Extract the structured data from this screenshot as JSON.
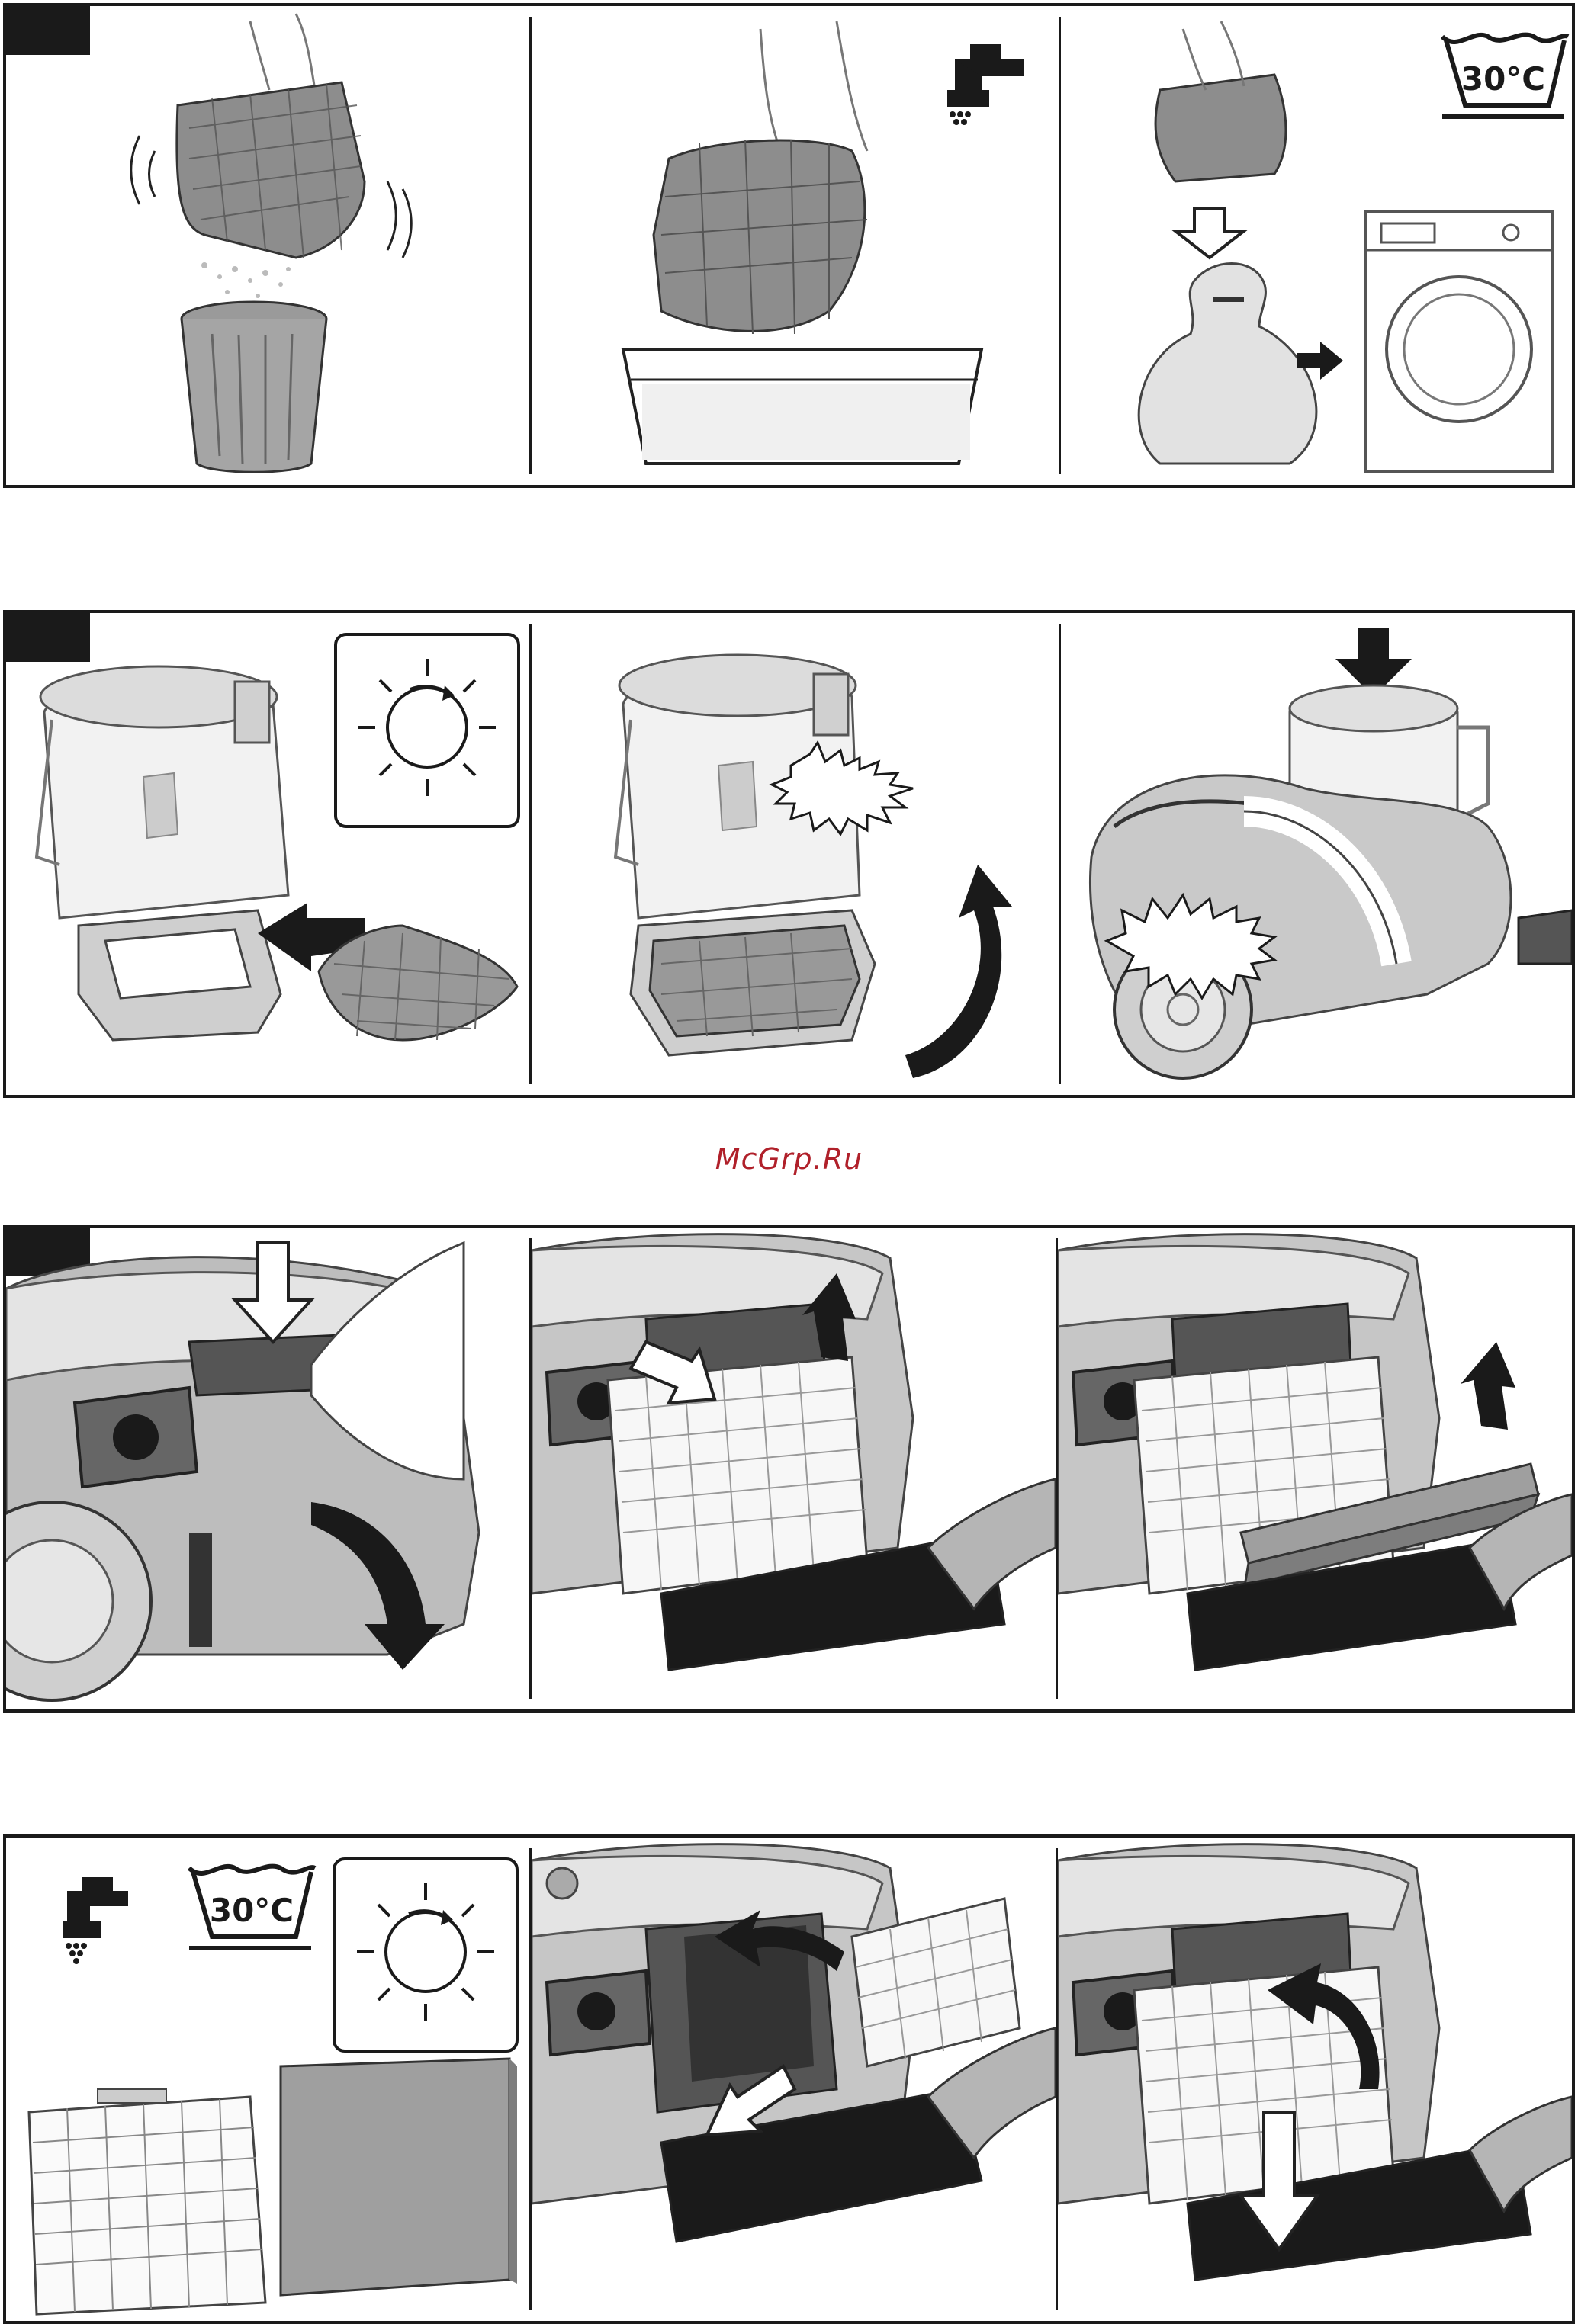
{
  "watermark": {
    "text": "McGrp.Ru"
  },
  "symbols": {
    "wash_temperature": "30°C",
    "tap_icon": "water-tap-icon",
    "sun_icon": "sun-dry-icon",
    "wash_tub_icon": "wash-temperature-icon"
  },
  "colors": {
    "frame": "#1a1a1a",
    "watermark": "#b0202a",
    "illustration_gray": "#8a8a8a",
    "illustration_light": "#d9d9d9"
  },
  "strips": [
    {
      "name": "foam-filter-washing",
      "panels": [
        "shake-out-dust",
        "rinse-under-water",
        "machine-wash-in-bag"
      ]
    },
    {
      "name": "foam-filter-drying-reinstall",
      "panels": [
        "dry-and-insert-filter",
        "close-bottom-lid",
        "insert-dust-container"
      ]
    },
    {
      "name": "hepa-filter-removal",
      "panels": [
        "open-rear-cover",
        "remove-hepa-filter",
        "remove-foam-pad"
      ]
    },
    {
      "name": "hepa-filter-cleaning-reinstall",
      "panels": [
        "wash-and-dry-filters",
        "insert-hepa-filter",
        "close-rear-cover"
      ]
    }
  ]
}
